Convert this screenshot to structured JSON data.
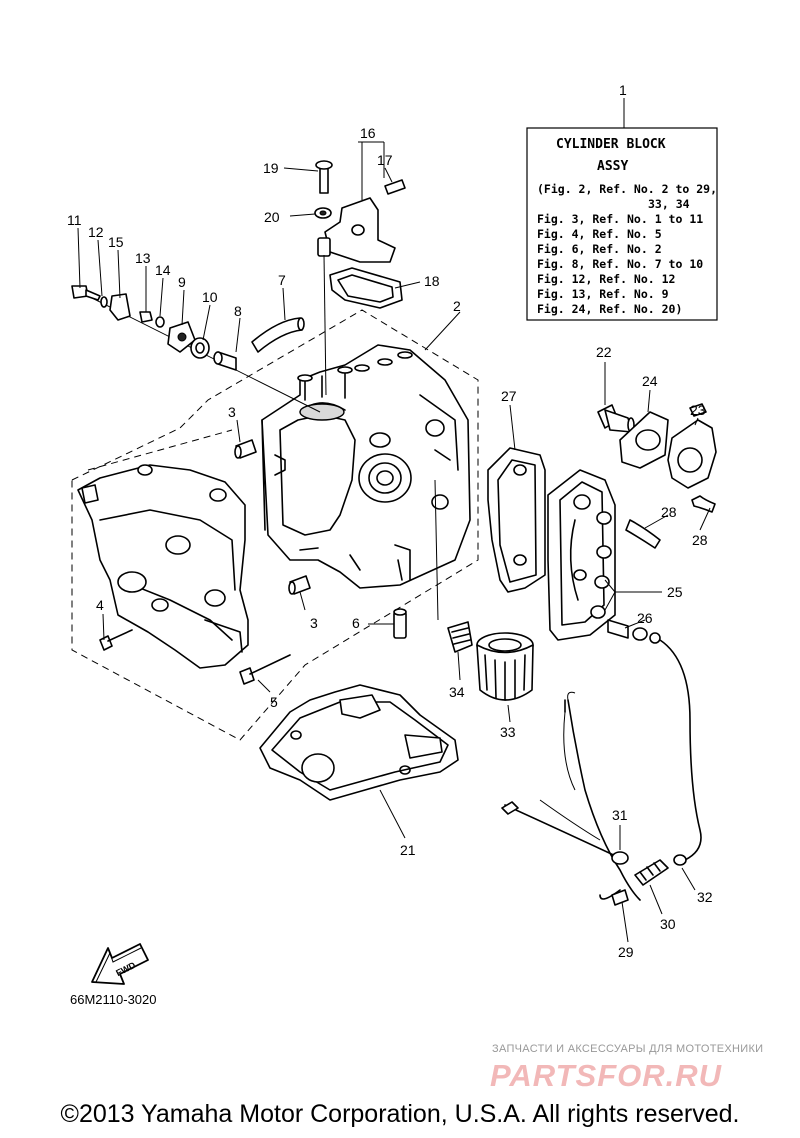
{
  "legend_box": {
    "callout": "1",
    "title_line1": "CYLINDER BLOCK",
    "title_line2": "ASSY",
    "lines": [
      "(Fig. 2, Ref. No. 2 to 29,",
      "33, 34",
      "Fig. 3, Ref. No. 1 to 11",
      "Fig. 4, Ref. No. 5",
      "Fig. 6, Ref. No. 2",
      "Fig. 8, Ref. No. 7 to 10",
      "Fig. 12, Ref. No. 12",
      "Fig. 13, Ref. No. 9",
      "Fig. 24, Ref. No. 20)"
    ]
  },
  "callouts": {
    "c2": "2",
    "c3a": "3",
    "c3b": "3",
    "c4": "4",
    "c5": "5",
    "c6": "6",
    "c7": "7",
    "c8": "8",
    "c9": "9",
    "c10": "10",
    "c11": "11",
    "c12": "12",
    "c13": "13",
    "c14": "14",
    "c15": "15",
    "c16": "16",
    "c17": "17",
    "c18": "18",
    "c19": "19",
    "c20": "20",
    "c21": "21",
    "c22": "22",
    "c23": "23",
    "c24": "24",
    "c25": "25",
    "c26": "26",
    "c27": "27",
    "c28a": "28",
    "c28b": "28",
    "c29": "29",
    "c30": "30",
    "c31": "31",
    "c32": "32",
    "c33": "33",
    "c34": "34"
  },
  "fwd_label": "FWD",
  "doc_code": "66M2110-3020",
  "watermark": {
    "subtitle": "ЗАПЧАСТИ И АКСЕССУАРЫ ДЛЯ МОТОТЕХНИКИ",
    "logo": "PARTSFOR.RU"
  },
  "copyright": "©2013 Yamaha Motor Corporation, U.S.A. All rights reserved."
}
